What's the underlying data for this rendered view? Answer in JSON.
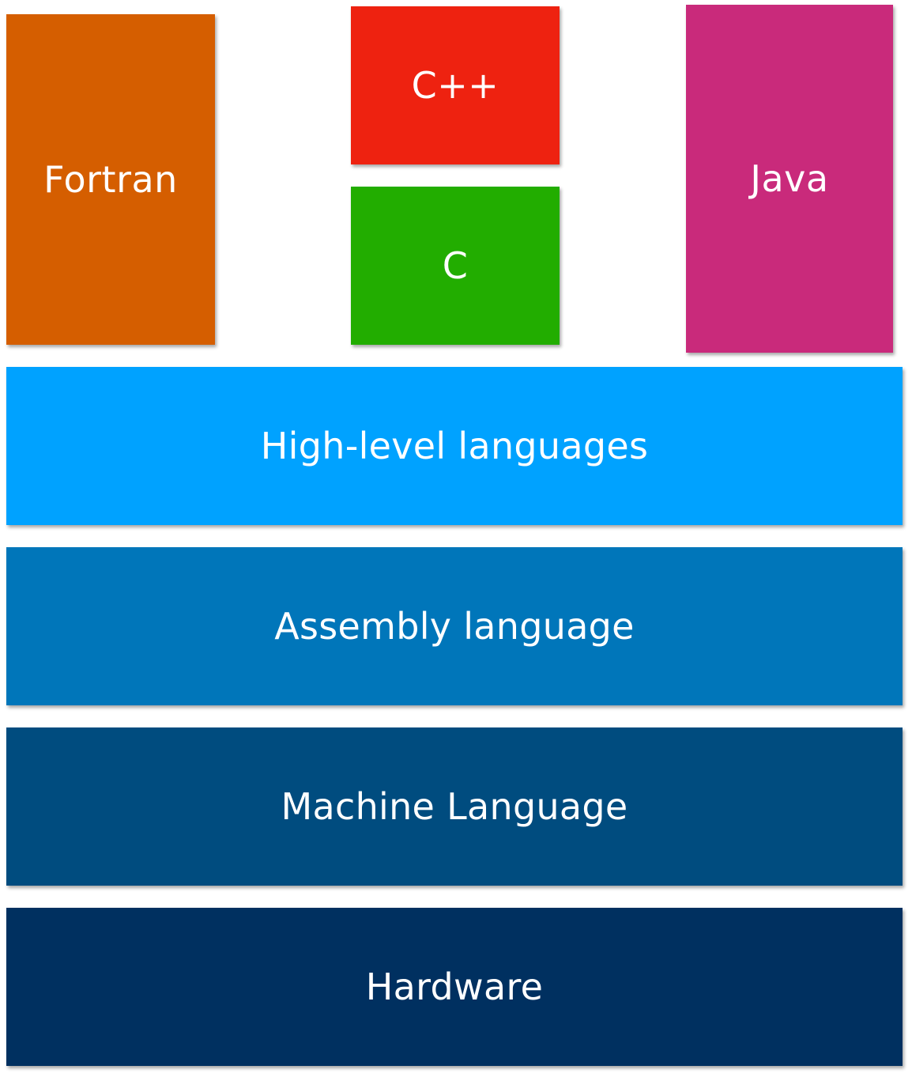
{
  "languages": [
    {
      "id": "fortran",
      "label": "Fortran",
      "color": "#D55E00"
    },
    {
      "id": "cpp",
      "label": "C++",
      "color": "#EE2210"
    },
    {
      "id": "c",
      "label": "C",
      "color": "#22AD00"
    },
    {
      "id": "java",
      "label": "Java",
      "color": "#C92A7B"
    }
  ],
  "layers": [
    {
      "id": "high",
      "label": "High-level languages",
      "color": "#00A2FF"
    },
    {
      "id": "assembly",
      "label": "Assembly language",
      "color": "#0076BA"
    },
    {
      "id": "machine",
      "label": "Machine Language",
      "color": "#004C7F"
    },
    {
      "id": "hardware",
      "label": "Hardware",
      "color": "#003060"
    }
  ]
}
